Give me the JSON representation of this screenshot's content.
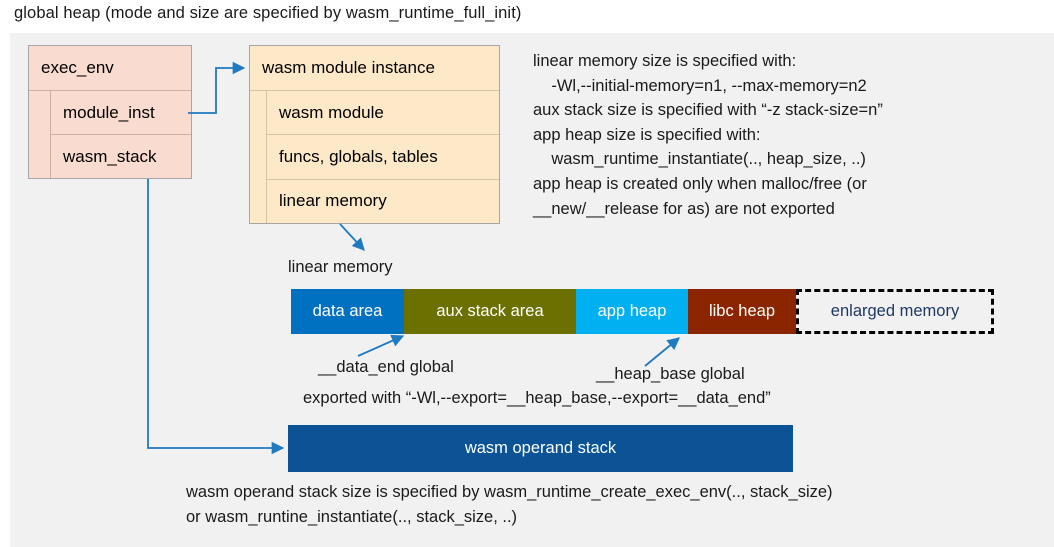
{
  "title": "global heap (mode and size are specified by wasm_runtime_full_init)",
  "colors": {
    "panel_bg": "#f1f1f1",
    "exec_env_fill": "#fadbcf",
    "module_instance_fill": "#fde9c8",
    "connector": "#1f7ac0",
    "data_area": "#0070c0",
    "aux_stack_area": "#6b7000",
    "app_heap": "#00b0f0",
    "libc_heap": "#8b2500",
    "enlarged_memory_text": "#1f3864",
    "operand_stack_fill": "#0b5394"
  },
  "exec_env": {
    "header": "exec_env",
    "fields": [
      {
        "label": "module_inst"
      },
      {
        "label": "wasm_stack"
      }
    ]
  },
  "module_instance": {
    "header": "wasm module instance",
    "fields": [
      {
        "label": "wasm module"
      },
      {
        "label": "funcs, globals, tables"
      },
      {
        "label": "linear memory"
      }
    ]
  },
  "notes": "linear memory size is specified with:\n    -Wl,--initial-memory=n1, --max-memory=n2\naux stack size is specified with “-z stack-size=n”\napp heap size is specified with:\n    wasm_runtime_instantiate(.., heap_size, ..)\napp heap is created only when malloc/free (or\n__new/__release for as) are not exported",
  "linear_memory": {
    "label": "linear memory",
    "segments": [
      {
        "label": "data area",
        "color": "#0070c0",
        "width": 113
      },
      {
        "label": "aux stack area",
        "color": "#6b7000",
        "width": 172
      },
      {
        "label": "app heap",
        "color": "#00b0f0",
        "width": 112
      },
      {
        "label": "libc heap",
        "color": "#8b2500",
        "width": 108
      },
      {
        "label": "enlarged memory",
        "color": "#f1f1f1",
        "width": 198
      }
    ]
  },
  "annotations": {
    "data_end": "__data_end global",
    "heap_base": "__heap_base global",
    "exported_with": "exported with “-Wl,--export=__heap_base,--export=__data_end”"
  },
  "operand_stack": {
    "label": "wasm operand stack"
  },
  "footer": "wasm operand stack size is specified by wasm_runtime_create_exec_env(.., stack_size)\nor wasm_runtine_instantiate(.., stack_size, ..)"
}
